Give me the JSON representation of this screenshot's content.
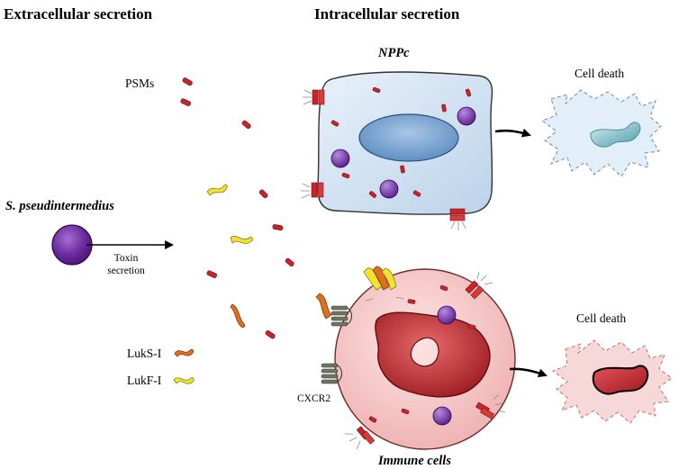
{
  "headings": {
    "extracellular": "Extracellular secretion",
    "intracellular": "Intracellular secretion"
  },
  "labels": {
    "psms": "PSMs",
    "bacterium": "S. pseudintermedius",
    "toxin_secretion_line1": "Toxin",
    "toxin_secretion_line2": "secretion",
    "npp_cell": "NPPc",
    "immune_cells": "Immune cells",
    "cell_death_top": "Cell death",
    "cell_death_bottom": "Cell death",
    "luks": "LukS-I",
    "lukf": "LukF-I",
    "cxcr2": "CXCR2"
  },
  "colors": {
    "psm_red": "#c8252b",
    "luks_orange": "#e07020",
    "lukf_yellow": "#f2e232",
    "bacterium_purple": "#6a2a9c",
    "npp_cell_fill": "#d9e8f5",
    "immune_cell_fill": "#f6cfcf",
    "receptor_gray": "#6f7565"
  }
}
